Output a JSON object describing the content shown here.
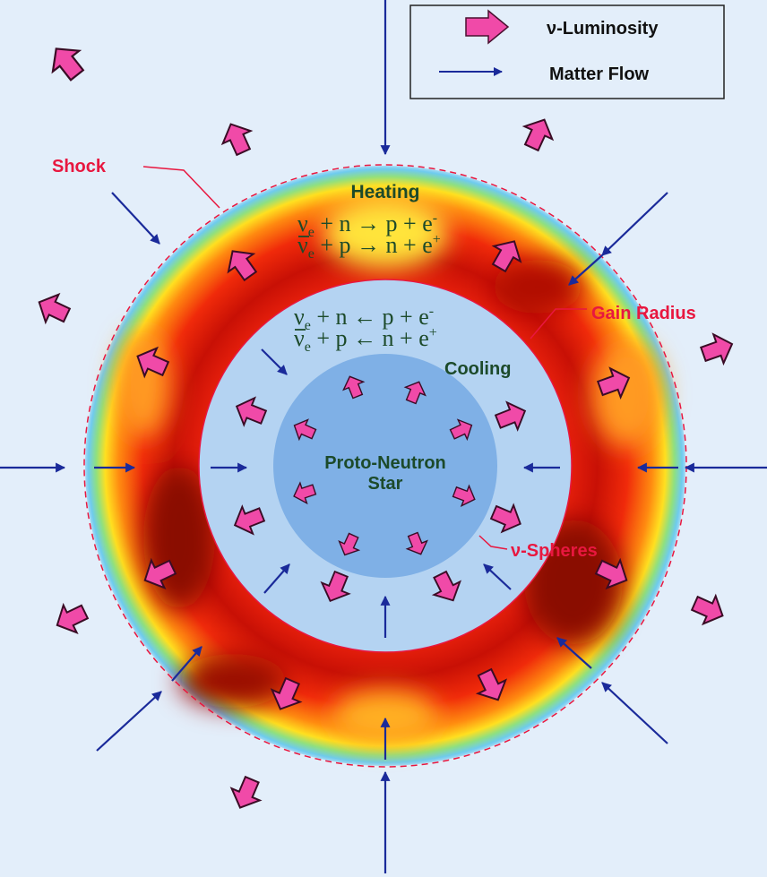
{
  "legend": {
    "luminosity_label": "ν-Luminosity",
    "matter_flow_label": "Matter Flow"
  },
  "labels": {
    "shock": "Shock",
    "heating": "Heating",
    "gain_radius": "Gain Radius",
    "cooling": "Cooling",
    "nu_spheres": "ν-Spheres",
    "pns_line1": "Proto-Neutron",
    "pns_line2": "Star"
  },
  "heating_reactions": [
    {
      "particle": "ν",
      "sub": "e",
      "bar": false,
      "rest": "+ n → p + e",
      "sup": "-"
    },
    {
      "particle": "ν",
      "sub": "e",
      "bar": true,
      "rest": "+ p → n + e",
      "sup": "+"
    }
  ],
  "cooling_reactions": [
    {
      "particle": "ν",
      "sub": "e",
      "bar": false,
      "rest": "+ n ←  p + e",
      "sup": "-"
    },
    {
      "particle": "ν",
      "sub": "e",
      "bar": true,
      "rest": "+ p ←  n + e",
      "sup": "+"
    }
  ],
  "colors": {
    "background": "#e3eefa",
    "luminosity_arrow": "#f04aa8",
    "matter_flow_arrow": "#1a2a9a",
    "label_red": "#e8173f",
    "label_green": "#1c4a2a",
    "gain_region": "#b4d3f2",
    "proto_neutron_star": "#7fb0e6"
  }
}
